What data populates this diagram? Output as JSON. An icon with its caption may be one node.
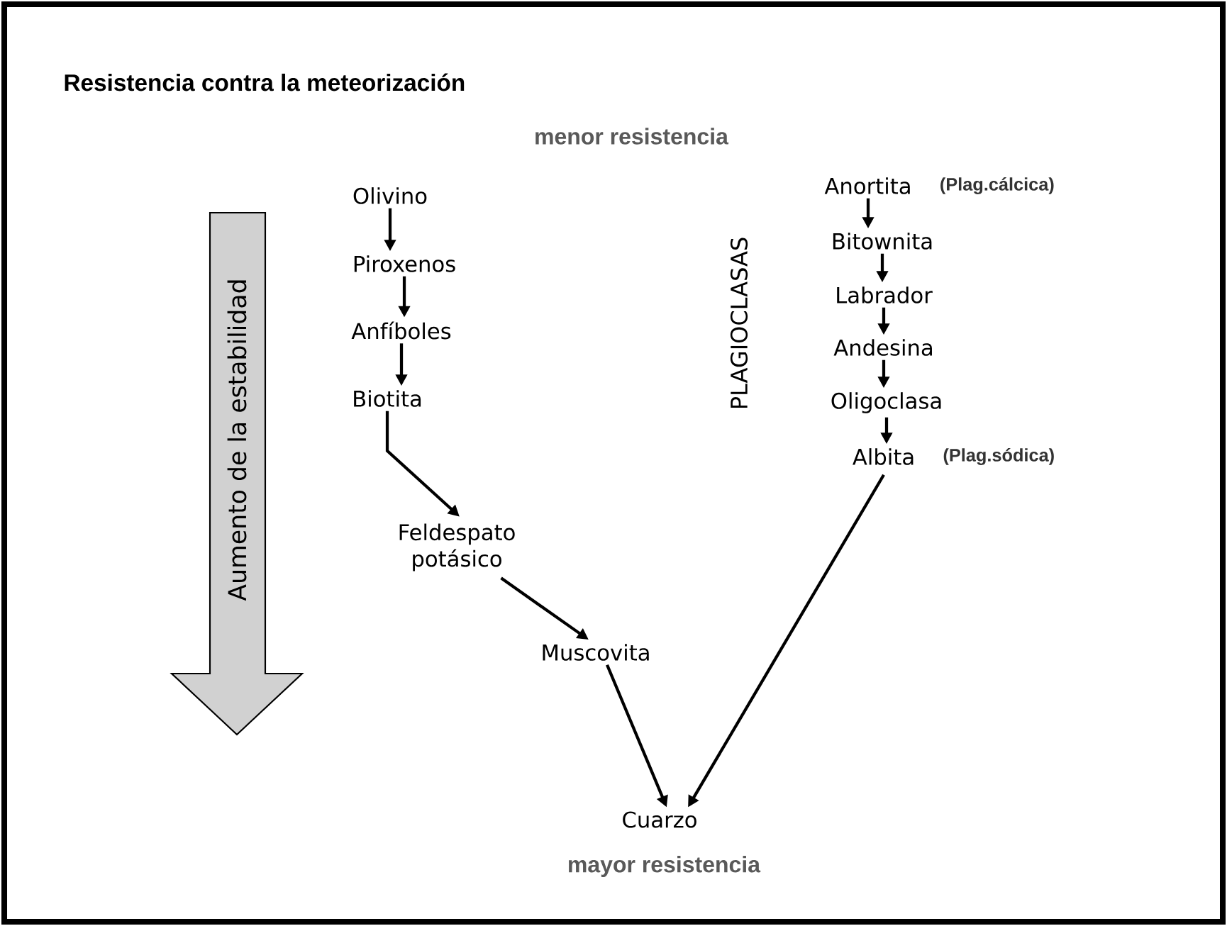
{
  "diagram": {
    "title": "Resistencia contra la meteorización",
    "nodes": [
      {
        "text": [
          "Olivino"
        ]
      },
      {
        "text": [
          "Piroxenos"
        ]
      },
      {
        "text": [
          "Anfíboles"
        ]
      },
      {
        "text": [
          "Biotita"
        ]
      },
      {
        "text": [
          "Feldespato potásico"
        ]
      },
      {
        "text": [
          "Muscovita"
        ]
      },
      {
        "text": [
          "Cuarzo"
        ]
      },
      {
        "text": [
          "Anortita"
        ],
        "beside": [
          "(Plag.cálcica)"
        ]
      },
      {
        "text": [
          "Bitownita"
        ]
      },
      {
        "text": [
          "Labrador"
        ]
      },
      {
        "text": [
          "Andesina"
        ]
      },
      {
        "text": [
          "Oligoclasa"
        ]
      },
      {
        "text": [
          "Albita"
        ],
        "beside": [
          "(Plag.sódica)"
        ]
      },
      {
        "text": [
          "Aumento de la estabilidad"
        ]
      }
    ],
    "edges": [
      {
        "from": 0,
        "to": 1,
        "arrow": "to"
      },
      {
        "from": 1,
        "to": 2,
        "arrow": "to"
      },
      {
        "from": 2,
        "to": 3,
        "arrow": "to"
      },
      {
        "from": 3,
        "to": 4,
        "arrow": "to"
      },
      {
        "from": 4,
        "to": 5,
        "arrow": "to"
      },
      {
        "from": 5,
        "to": 6,
        "arrow": "to"
      },
      {
        "from": 7,
        "to": 8,
        "arrow": "to"
      },
      {
        "from": 8,
        "to": 9,
        "arrow": "to"
      },
      {
        "from": 9,
        "to": 10,
        "arrow": "to"
      },
      {
        "from": 10,
        "to": 11,
        "arrow": "to"
      },
      {
        "from": 11,
        "to": 12,
        "arrow": "to"
      },
      {
        "from": 12,
        "to": 6,
        "arrow": "to"
      }
    ],
    "labels": [
      "menor resistencia",
      "PLAGIOCLASAS",
      "mayor resistencia"
    ]
  }
}
